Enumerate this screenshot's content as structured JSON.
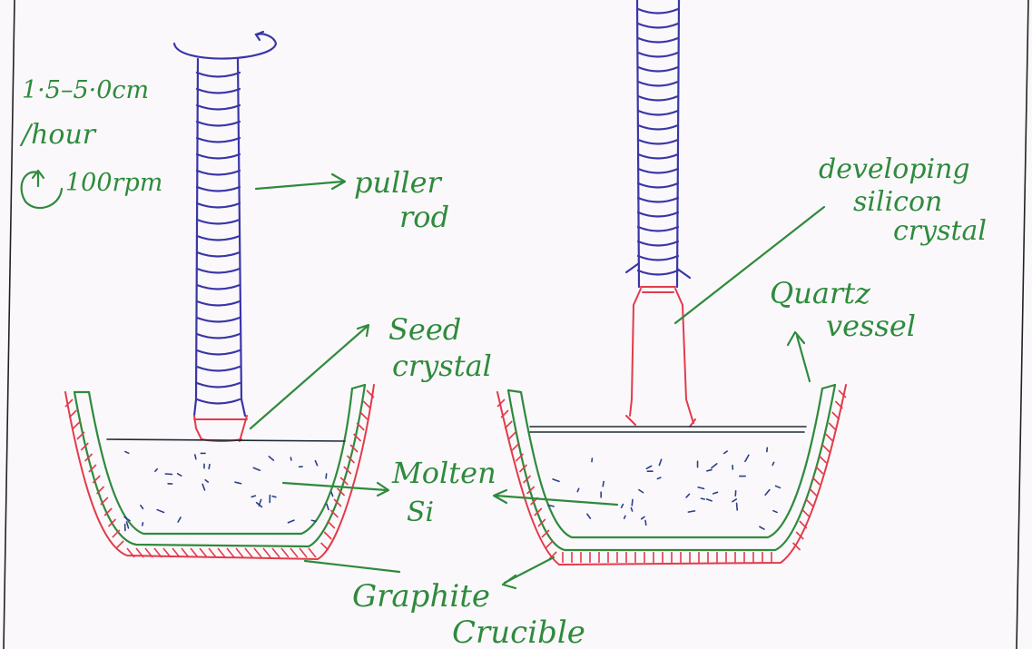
{
  "labels": {
    "pull_rate_line1": "1·5–5·0cm",
    "pull_rate_line2": "/hour",
    "rotation": "100rpm",
    "puller_line1": "puller",
    "puller_line2": "rod",
    "seed_line1": "Seed",
    "seed_line2": "crystal",
    "molten_line1": "Molten",
    "molten_line2": "Si",
    "graphite_line1": "Graphite",
    "graphite_line2": "Crucible",
    "developing_line1": "developing",
    "developing_line2": "silicon",
    "developing_line3": "crystal",
    "quartz_line1": "Quartz",
    "quartz_line2": "vessel"
  },
  "colors": {
    "rod": "#3a36a8",
    "crystal": "#e23b4a",
    "labels": "#2e8b3c",
    "melt_surface": "#1f2a35",
    "melt_specks": "#2b3f8e",
    "paper": "#fbf8fb"
  }
}
